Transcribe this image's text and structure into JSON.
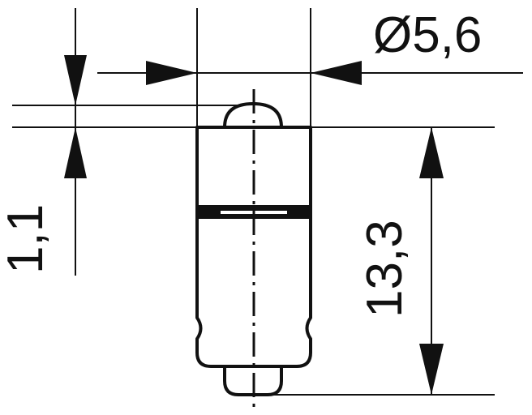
{
  "dimensions": {
    "diameter_label": "Ø5,6",
    "height_label": "13,3",
    "cap_label": "1,1"
  },
  "colors": {
    "line": "#111111",
    "background": "#ffffff"
  }
}
